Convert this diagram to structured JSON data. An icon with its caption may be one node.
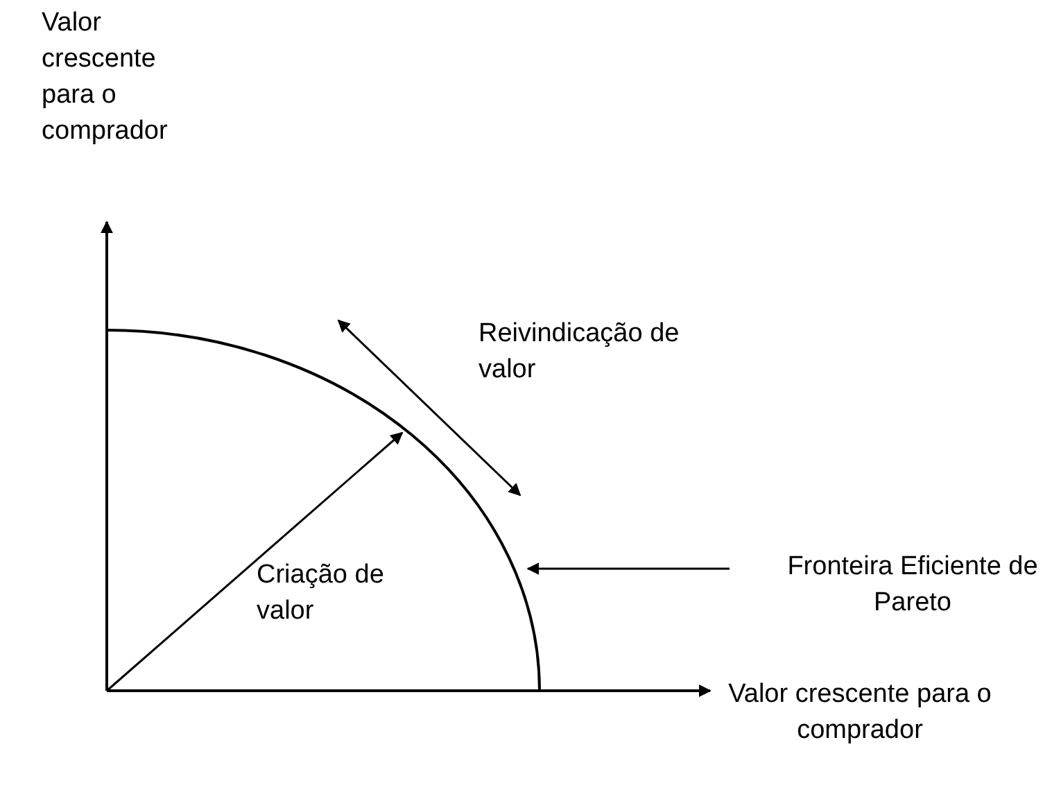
{
  "diagram": {
    "nodes": [
      {
        "text": [
          "Fronteira Eficiente de Pareto"
        ]
      },
      {
        "text": [],
        "shape": "curve"
      }
    ],
    "edges": [
      {
        "from": 0,
        "to": 1,
        "arrow": "to"
      }
    ],
    "labels": [
      "Valor crescente para o comprador",
      "Reivindicação de valor",
      "Criação de valor",
      "Valor crescente para o comprador"
    ]
  }
}
